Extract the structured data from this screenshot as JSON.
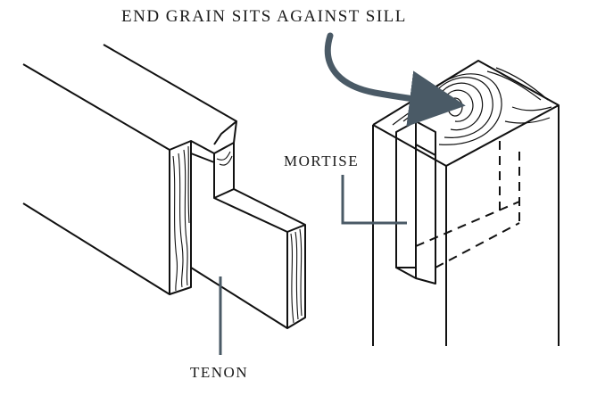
{
  "labels": {
    "top": "END GRAIN SITS AGAINST SILL",
    "mortise": "MORTISE",
    "tenon": "TENON"
  },
  "colors": {
    "line": "#111111",
    "leader": "#4a5a66"
  }
}
